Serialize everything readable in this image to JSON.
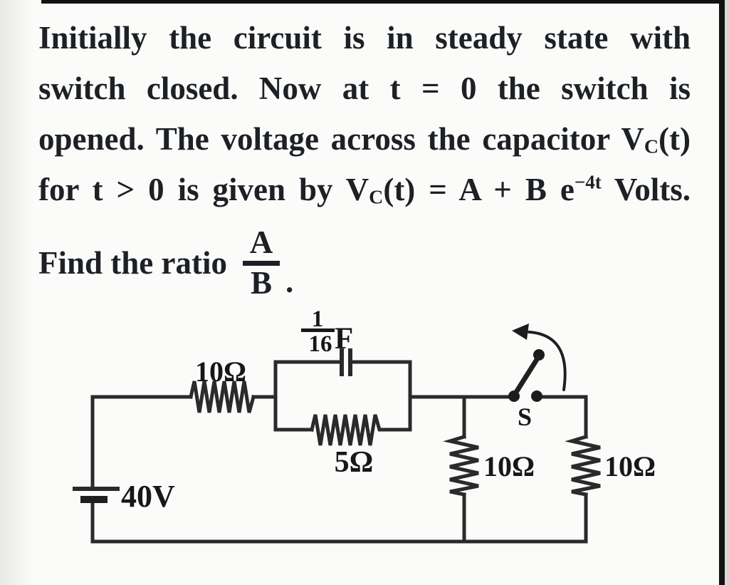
{
  "problem": {
    "line1": "Initially the circuit is in steady state with",
    "line2": "switch closed. Now at t = 0 the switch is",
    "line3": {
      "pre": "opened. The voltage across the capacitor V",
      "sub": "C",
      "post": "(t)"
    },
    "line4": {
      "seg1": "for t > 0 is given by V",
      "sub": "C",
      "seg2": "(t) = A + B e",
      "sup": "−4t",
      "seg3": " Volts."
    },
    "line5": {
      "pre": "Find the ratio",
      "frac_num": "A",
      "frac_den": "B",
      "period": "."
    }
  },
  "circuit": {
    "source_label": "40V",
    "series_resistor_label": "10Ω",
    "capacitor_label": {
      "num": "1",
      "den": "16",
      "unit": "F"
    },
    "parallel_resistor_label": "5Ω",
    "branch1_resistor_label": "10Ω",
    "branch2_resistor_label": "10Ω",
    "switch_label": "S"
  }
}
